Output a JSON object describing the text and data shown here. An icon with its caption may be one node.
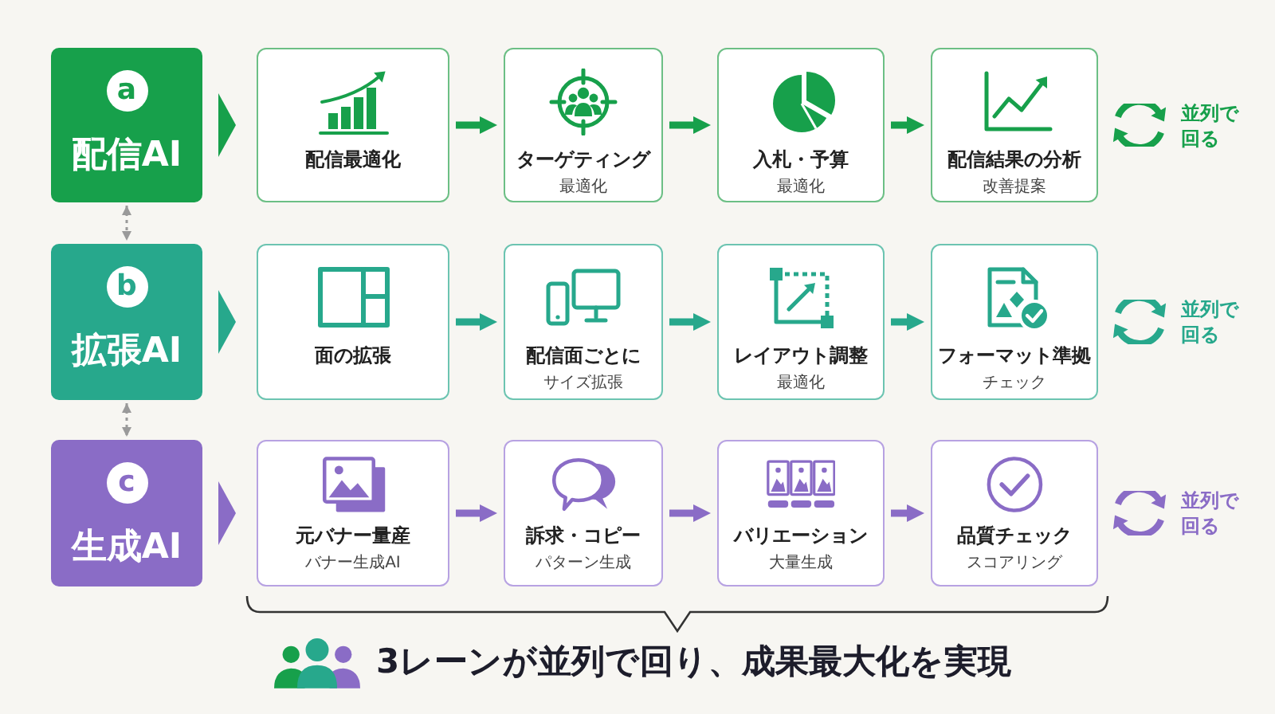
{
  "diagram": {
    "nodes": [
      {
        "text": [
          "a",
          "配信AI"
        ]
      },
      {
        "text": [
          "配信最適化"
        ]
      },
      {
        "text": [
          "ターゲティング",
          "最適化"
        ]
      },
      {
        "text": [
          "入札・予算",
          "最適化"
        ]
      },
      {
        "text": [
          "配信結果の分析",
          "改善提案"
        ]
      },
      {
        "text": [
          "b",
          "拡張AI"
        ]
      },
      {
        "text": [
          "面の拡張"
        ]
      },
      {
        "text": [
          "配信面ごとに",
          "サイズ拡張"
        ]
      },
      {
        "text": [
          "レイアウト調整",
          "最適化"
        ]
      },
      {
        "text": [
          "フォーマット準拠",
          "チェック"
        ]
      },
      {
        "text": [
          "c",
          "生成AI"
        ]
      },
      {
        "text": [
          "元バナー量産",
          "バナー生成AI"
        ]
      },
      {
        "text": [
          "訴求・コピー",
          "パターン生成"
        ]
      },
      {
        "text": [
          "バリエーション",
          "大量生成"
        ]
      },
      {
        "text": [
          "品質チェック",
          "スコアリング"
        ]
      }
    ],
    "edges": [
      {
        "from": 0,
        "to": 1,
        "arrow": "to",
        "color": "#17a04b"
      },
      {
        "from": 1,
        "to": 2,
        "arrow": "to",
        "color": "#17a04b"
      },
      {
        "from": 2,
        "to": 3,
        "arrow": "to",
        "color": "#17a04b"
      },
      {
        "from": 3,
        "to": 4,
        "arrow": "to",
        "color": "#17a04b"
      },
      {
        "from": 5,
        "to": 6,
        "arrow": "to",
        "color": "#27a88c"
      },
      {
        "from": 6,
        "to": 7,
        "arrow": "to",
        "color": "#27a88c"
      },
      {
        "from": 7,
        "to": 8,
        "arrow": "to",
        "color": "#27a88c"
      },
      {
        "from": 8,
        "to": 9,
        "arrow": "to",
        "color": "#27a88c"
      },
      {
        "from": 10,
        "to": 11,
        "arrow": "to",
        "color": "#8a6cc6"
      },
      {
        "from": 11,
        "to": 12,
        "arrow": "to",
        "color": "#8a6cc6"
      },
      {
        "from": 12,
        "to": 13,
        "arrow": "to",
        "color": "#8a6cc6"
      },
      {
        "from": 13,
        "to": 14,
        "arrow": "to",
        "color": "#8a6cc6"
      },
      {
        "from": 0,
        "to": 5,
        "arrow": "both",
        "style": "dashed",
        "color": "#9a9a9a"
      },
      {
        "from": 5,
        "to": 10,
        "arrow": "both",
        "style": "dashed",
        "color": "#9a9a9a"
      }
    ],
    "labels": [
      "並列で回る",
      "並列で回る",
      "並列で回る",
      "3レーンが並列で回り、成果最大化を実現"
    ]
  }
}
